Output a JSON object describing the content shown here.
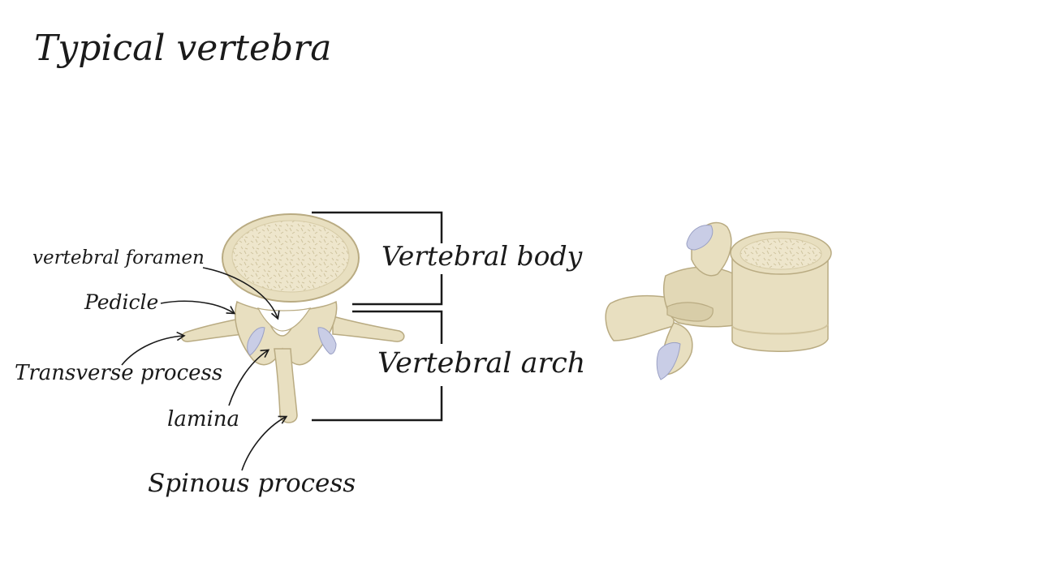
{
  "title": "Typical vertebra",
  "labels": {
    "vertebral_foramen": "vertebral foramen",
    "pedicle": "Pedicle",
    "transverse_process": "Transverse process",
    "lamina": "lamina",
    "spinous_process": "Spinous process",
    "vertebral_body": "Vertebral body",
    "vertebral_arch": "Vertebral arch"
  },
  "colors": {
    "bone": "#e8dfc0",
    "bone_shadow": "#cfc29b",
    "bone_dark": "#b9ab82",
    "cartilage": "#c9cde6",
    "ink": "#1a1a1a"
  }
}
